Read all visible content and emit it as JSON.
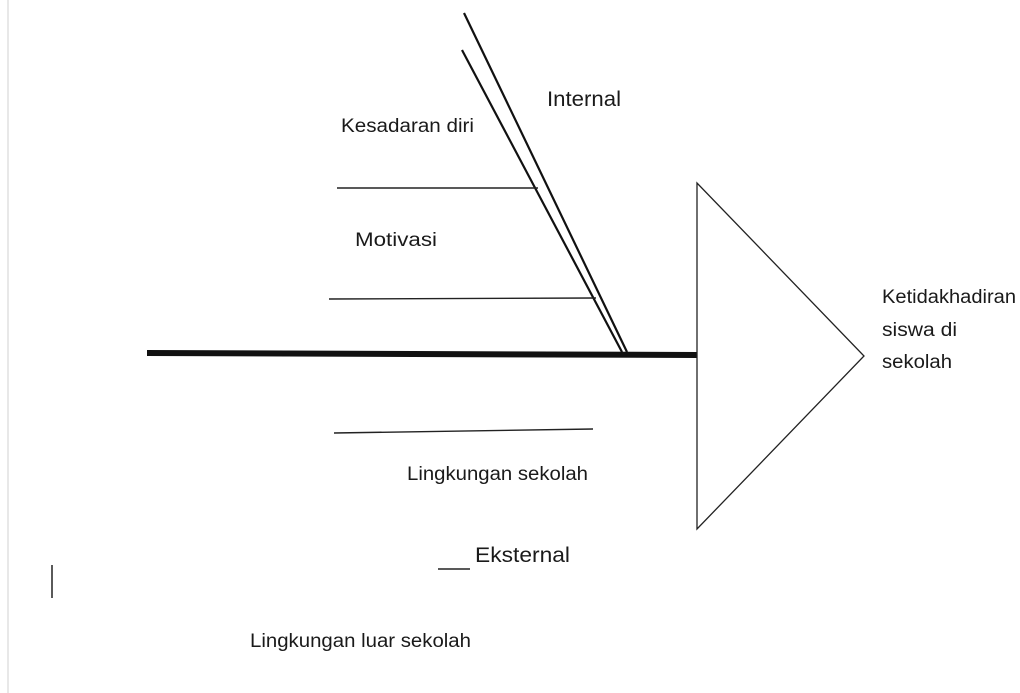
{
  "diagram": {
    "type": "fishbone",
    "effect": {
      "lines": [
        "Ketidakhadiran",
        "siswa di",
        "sekolah"
      ]
    },
    "categories": {
      "internal": "Internal",
      "external": "Eksternal"
    },
    "causes": {
      "kesadaran_diri": "Kesadaran diri",
      "motivasi": "Motivasi",
      "lingkungan_sekolah": "Lingkungan sekolah",
      "lingkungan_luar_sekolah": "Lingkungan luar sekolah"
    },
    "colors": {
      "line": "#111111",
      "text": "#1a1a1a",
      "background": "#ffffff"
    }
  }
}
